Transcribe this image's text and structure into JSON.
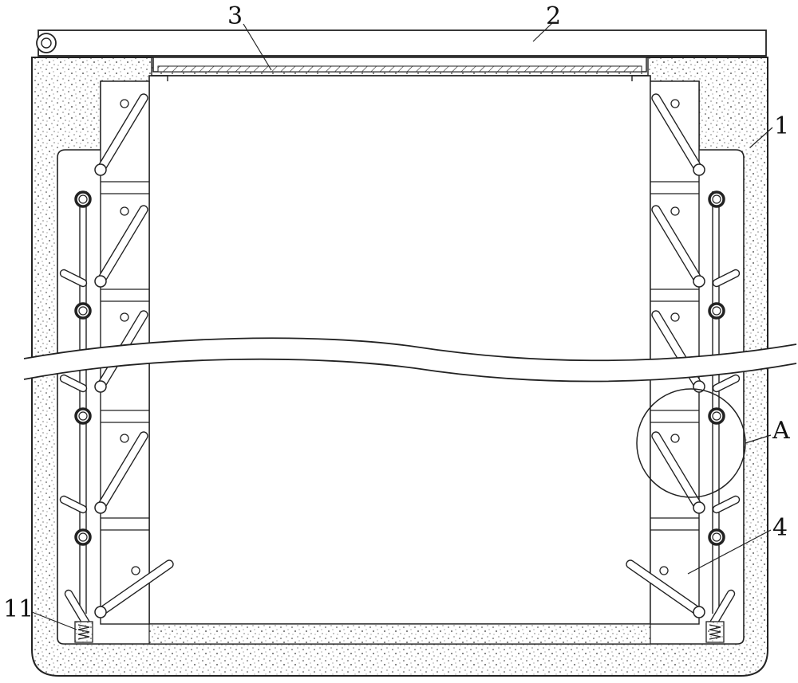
{
  "figure": {
    "labels": {
      "housing": "1",
      "lid": "2",
      "lid_plate": "3",
      "side_block": "4",
      "detail": "A",
      "spring": "11"
    }
  },
  "colors": {
    "line": "#222222",
    "insulation_fill": "#ffffff",
    "speckle": "#333333",
    "cavity": "#ffffff"
  }
}
